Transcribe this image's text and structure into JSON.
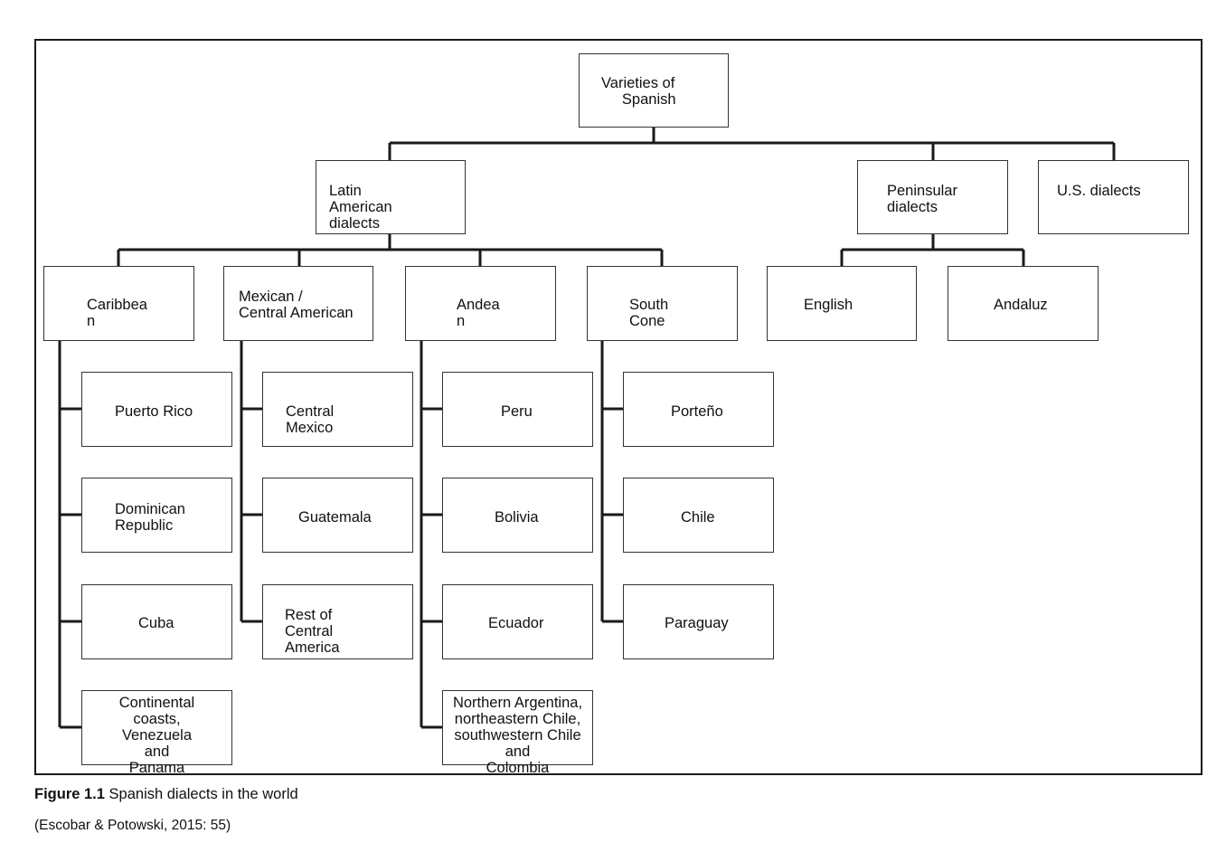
{
  "nodes": {
    "root": "Varieties of\n     Spanish",
    "latin": "Latin\nAmerican\ndialects",
    "peninsular": "Peninsular\ndialects",
    "us": "U.S. dialects",
    "caribbean": "Caribbea\nn",
    "mexican": "Mexican /\nCentral American",
    "andean": "Andea\nn",
    "southcone": "South\nCone",
    "english": "English",
    "andaluz": "Andaluz",
    "puertorico": "Puerto Rico",
    "dominican": "Dominican\nRepublic",
    "cuba": "Cuba",
    "continental": "Continental\ncoasts,\nVenezuela\nand\nPanama",
    "centralmexico": "Central\nMexico",
    "guatemala": "Guatemala",
    "restcentral": "Rest of\nCentral\nAmerica",
    "peru": "Peru",
    "bolivia": "Bolivia",
    "ecuador": "Ecuador",
    "northarg": "Northern Argentina,\nnortheastern Chile,\nsouthwestern Chile\nand\nColombia",
    "porteno": "Porteño",
    "chile": "Chile",
    "paraguay": "Paraguay"
  },
  "caption": {
    "label": "Figure 1.1",
    "text": " Spanish dialects in the world"
  },
  "source": "(Escobar & Potowski, 2015: 55)"
}
